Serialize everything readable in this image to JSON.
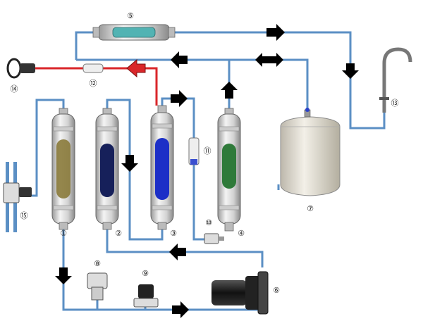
{
  "labels": {
    "c1": "①",
    "c2": "②",
    "c3": "③",
    "c4": "④",
    "c5": "⑤",
    "c6": "⑥",
    "c7": "⑦",
    "c8": "⑧",
    "c9": "⑨",
    "c10": "⑩",
    "c11": "⑪",
    "c12": "⑫",
    "c13": "⑬",
    "c14": "⑭",
    "c15": "⑮"
  },
  "colors": {
    "pipe": "#5b8fc4",
    "pipe_hot": "#d9262a",
    "arrow": "#000000",
    "arrow_red": "#d9262a",
    "housing": "#e8e8e8",
    "tank": "#e6e2d8",
    "cartridge1": "#8a7a3a",
    "cartridge2": "#16205a",
    "cartridge3": "#1c2fc7",
    "cartridge4": "#2f7a3a",
    "cartridge5": "#52b3b3"
  }
}
